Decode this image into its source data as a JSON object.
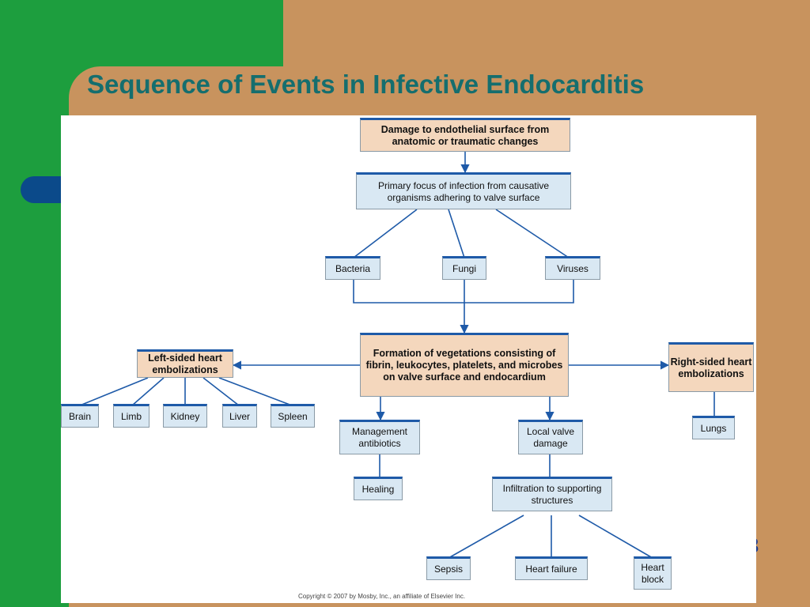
{
  "slide": {
    "title": "Sequence of Events in Infective Endocarditis",
    "slide_number": "3"
  },
  "diagram": {
    "nodes": {
      "damage": "Damage to endothelial surface from anatomic or traumatic changes",
      "primary_focus": "Primary focus of infection from causative organisms adhering to valve surface",
      "bacteria": "Bacteria",
      "fungi": "Fungi",
      "viruses": "Viruses",
      "vegetations": "Formation of vegetations consisting of fibrin, leukocytes, platelets, and microbes on valve surface and endocardium",
      "left_sided": "Left-sided heart embolizations",
      "right_sided": "Right-sided heart embolizations",
      "brain": "Brain",
      "limb": "Limb",
      "kidney": "Kidney",
      "liver": "Liver",
      "spleen": "Spleen",
      "lungs": "Lungs",
      "management": "Management antibiotics",
      "healing": "Healing",
      "local_valve": "Local valve damage",
      "infiltration": "Infiltration to supporting structures",
      "sepsis": "Sepsis",
      "heart_failure": "Heart failure",
      "heart_block": "Heart block"
    },
    "copyright": "Copyright © 2007 by Mosby, Inc., an affiliate of Elsevier Inc."
  },
  "colors": {
    "background_green": "#1d9e3e",
    "background_tan": "#c8935e",
    "title_teal": "#156e6e",
    "box_blue": "#d9e8f3",
    "box_peach": "#f4d7bd",
    "connector_blue": "#1e5aa8"
  }
}
